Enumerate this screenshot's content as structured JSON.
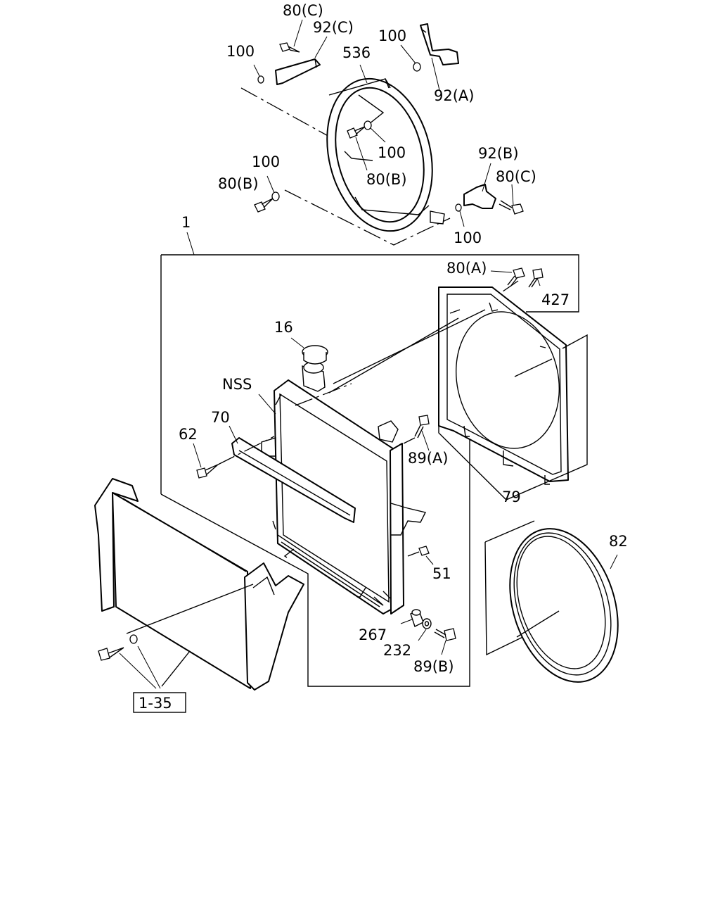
{
  "labels": {
    "p80c_top": "80(C)",
    "p92c": "92(C)",
    "p100_a": "100",
    "p536": "536",
    "p100_b": "100",
    "p92a": "92(A)",
    "p100_c": "100",
    "p100_d": "100",
    "p80b_left": "80(B)",
    "p80b_center": "80(B)",
    "p92b": "92(B)",
    "p80c_right": "80(C)",
    "p100_e": "100",
    "p1": "1",
    "p80a": "80(A)",
    "p427": "427",
    "p16": "16",
    "pNSS": "NSS",
    "p70": "70",
    "p62": "62",
    "p89a": "89(A)",
    "p79": "79",
    "p82": "82",
    "p51": "51",
    "p267": "267",
    "p232": "232",
    "p89b": "89(B)",
    "ref135": "1-35"
  }
}
